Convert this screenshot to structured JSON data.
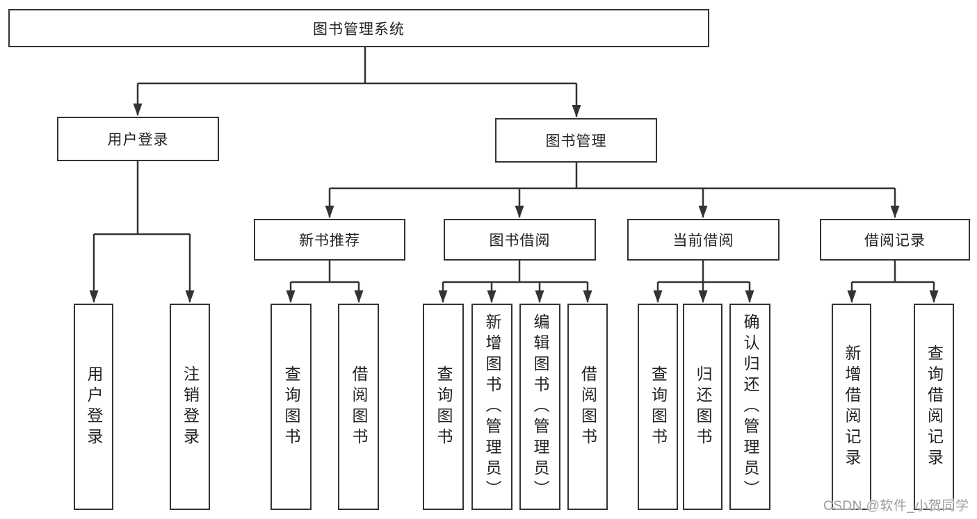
{
  "diagram": {
    "root": "图书管理系统",
    "level2": [
      {
        "label": "用户登录"
      },
      {
        "label": "图书管理"
      }
    ],
    "level3": [
      {
        "parent": "图书管理",
        "label": "新书推荐"
      },
      {
        "parent": "图书管理",
        "label": "图书借阅"
      },
      {
        "parent": "图书管理",
        "label": "当前借阅"
      },
      {
        "parent": "图书管理",
        "label": "借阅记录"
      }
    ],
    "leaves": [
      {
        "parent": "用户登录",
        "label": "用户登录"
      },
      {
        "parent": "用户登录",
        "label": "注销登录"
      },
      {
        "parent": "新书推荐",
        "label": "查询图书"
      },
      {
        "parent": "新书推荐",
        "label": "借阅图书"
      },
      {
        "parent": "图书借阅",
        "label": "查询图书"
      },
      {
        "parent": "图书借阅",
        "label": "新增图书（管理员）"
      },
      {
        "parent": "图书借阅",
        "label": "编辑图书（管理员）"
      },
      {
        "parent": "图书借阅",
        "label": "借阅图书"
      },
      {
        "parent": "当前借阅",
        "label": "查询图书"
      },
      {
        "parent": "当前借阅",
        "label": "归还图书"
      },
      {
        "parent": "当前借阅",
        "label": "确认归还（管理员）"
      },
      {
        "parent": "借阅记录",
        "label": "新增借阅记录"
      },
      {
        "parent": "借阅记录",
        "label": "查询借阅记录"
      }
    ]
  },
  "watermark": "CSDN @软件_小贺同学",
  "colors": {
    "line": "#333333",
    "border": "#333333",
    "text": "#222222",
    "background": "#ffffff",
    "watermark": "#a29a9a"
  }
}
